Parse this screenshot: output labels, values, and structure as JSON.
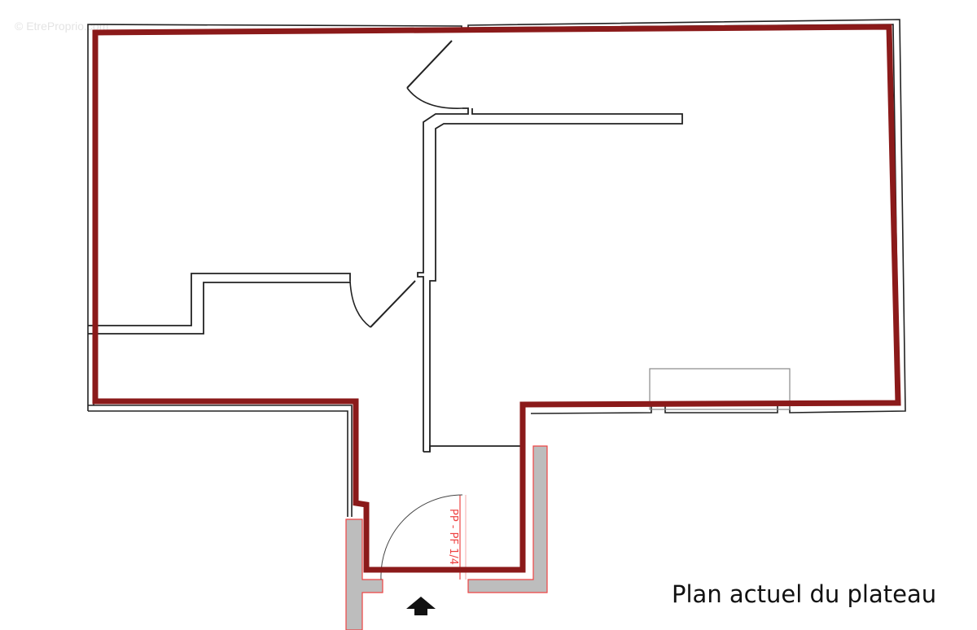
{
  "watermark": "© EtreProprio.com",
  "caption": "Plan actuel du plateau",
  "door_label": "PP - PF 1/4",
  "colors": {
    "current_outline": "#8b1a1a",
    "walls": "#222222",
    "new_walls_fill": "#bdbdbd",
    "new_walls_stroke": "#ee4444"
  },
  "icons": {
    "entrance": "arrow-up-icon"
  }
}
